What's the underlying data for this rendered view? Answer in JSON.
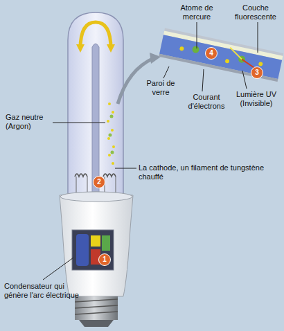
{
  "diagram": {
    "labels": [
      "Atome de mercure",
      "Couche fluorescente",
      "Gaz neutre (Argon)",
      "Paroi de verre",
      "Courant d'électrons",
      "Lumière UV (Invisible)",
      "La cathode, un filament de tungstène chauffé",
      "Condensateur qui génère l'arc électrique",
      "1",
      "2",
      "3",
      "4"
    ]
  }
}
